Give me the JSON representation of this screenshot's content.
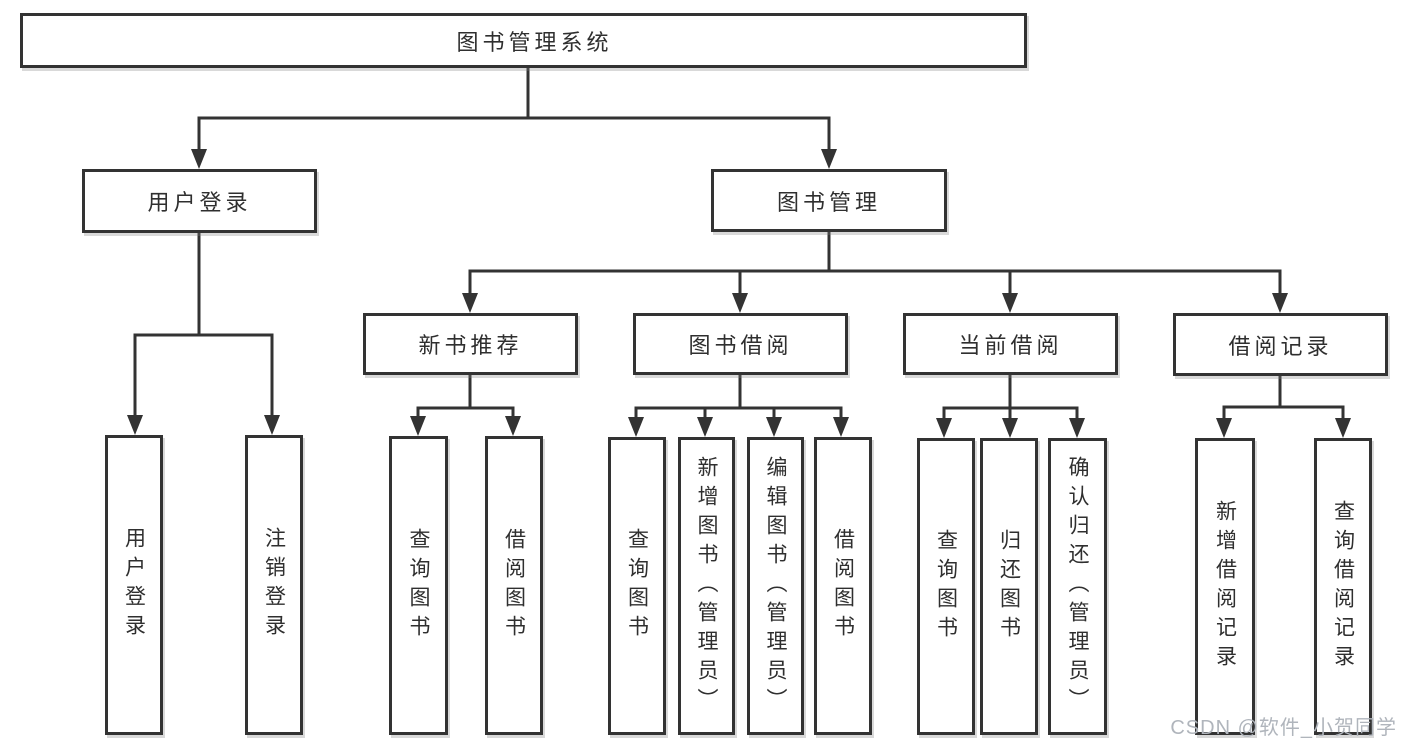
{
  "diagram": {
    "title": "图书管理系统",
    "nodes": {
      "root": {
        "label": "图书管理系统"
      },
      "login": {
        "label": "用户登录"
      },
      "book_mgmt": {
        "label": "图书管理"
      },
      "new_books": {
        "label": "新书推荐"
      },
      "book_borrow": {
        "label": "图书借阅"
      },
      "current_borrow": {
        "label": "当前借阅"
      },
      "borrow_records": {
        "label": "借阅记录"
      },
      "user_login": {
        "label": "用户登录"
      },
      "logout": {
        "label": "注销登录"
      },
      "nb_query": {
        "label": "查询图书"
      },
      "nb_borrow": {
        "label": "借阅图书"
      },
      "bb_query": {
        "label": "查询图书"
      },
      "bb_add": {
        "label": "新增图书（管理员）"
      },
      "bb_edit": {
        "label": "编辑图书（管理员）"
      },
      "bb_borrow": {
        "label": "借阅图书"
      },
      "cb_query": {
        "label": "查询图书"
      },
      "cb_return": {
        "label": "归还图书"
      },
      "cb_confirm": {
        "label": "确认归还（管理员）"
      },
      "br_add": {
        "label": "新增借阅记录"
      },
      "br_query": {
        "label": "查询借阅记录"
      }
    },
    "hierarchy": [
      {
        "parent": "root",
        "children": [
          "login",
          "book_mgmt"
        ]
      },
      {
        "parent": "login",
        "children": [
          "user_login",
          "logout"
        ]
      },
      {
        "parent": "book_mgmt",
        "children": [
          "new_books",
          "book_borrow",
          "current_borrow",
          "borrow_records"
        ]
      },
      {
        "parent": "new_books",
        "children": [
          "nb_query",
          "nb_borrow"
        ]
      },
      {
        "parent": "book_borrow",
        "children": [
          "bb_query",
          "bb_add",
          "bb_edit",
          "bb_borrow"
        ]
      },
      {
        "parent": "current_borrow",
        "children": [
          "cb_query",
          "cb_return",
          "cb_confirm"
        ]
      },
      {
        "parent": "borrow_records",
        "children": [
          "br_add",
          "br_query"
        ]
      }
    ],
    "watermark": "CSDN @软件_小贺同学",
    "colors": {
      "line": "#333333",
      "box_border": "#333333",
      "text": "#2f2f2f",
      "background": "#ffffff",
      "watermark": "#b0b5bc"
    }
  }
}
